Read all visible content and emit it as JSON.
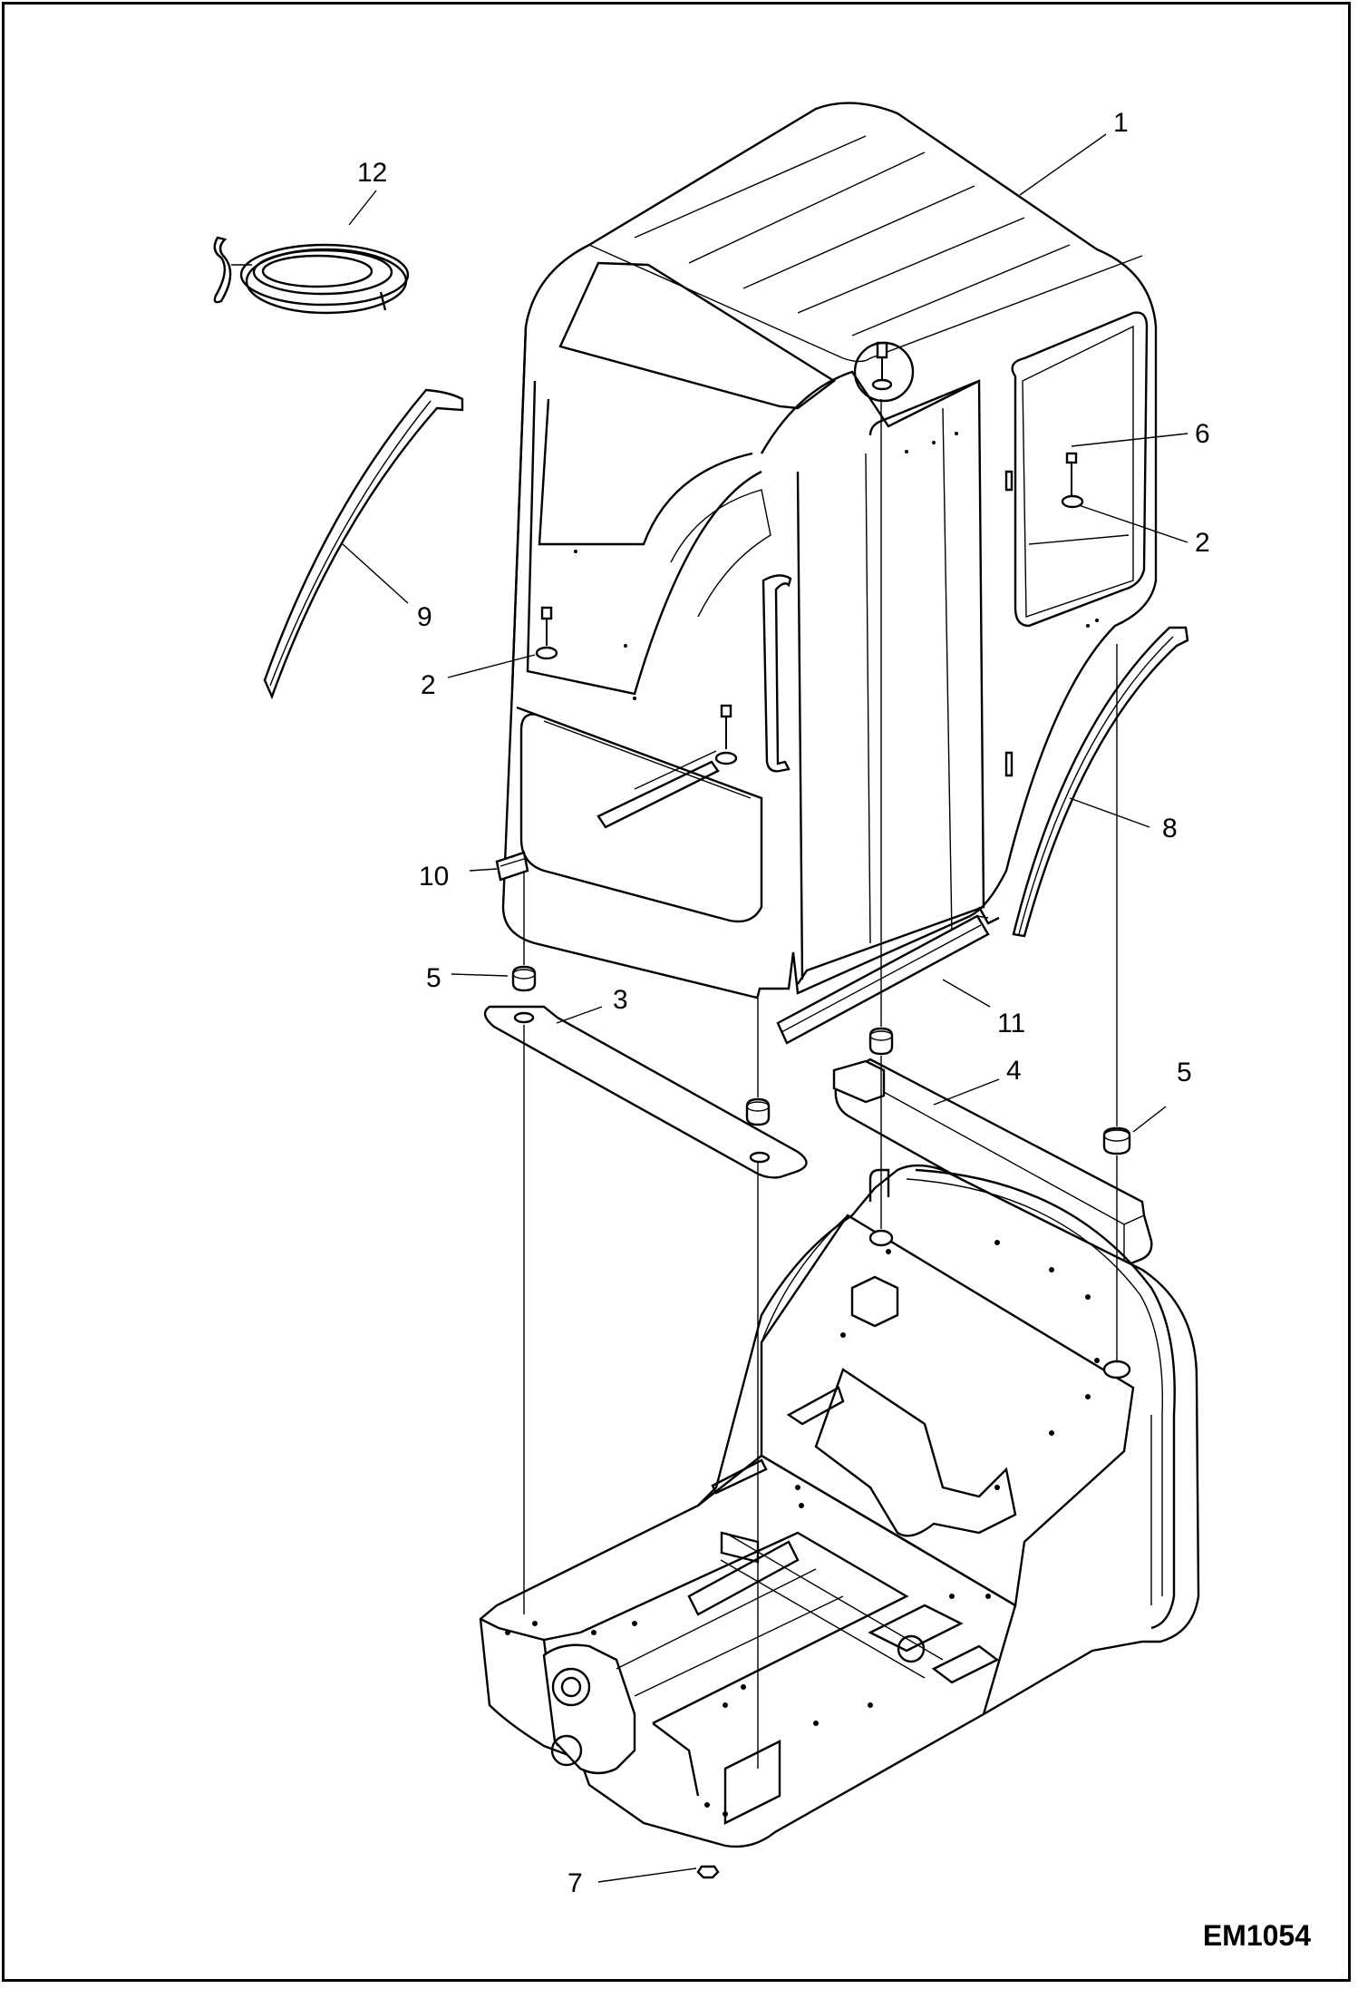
{
  "drawing_code": "EM1054",
  "callouts": {
    "c1": "1",
    "c2a": "2",
    "c2b": "2",
    "c3": "3",
    "c4": "4",
    "c5a": "5",
    "c5b": "5",
    "c6": "6",
    "c7": "7",
    "c8": "8",
    "c9": "9",
    "c10": "10",
    "c11": "11",
    "c12": "12"
  }
}
